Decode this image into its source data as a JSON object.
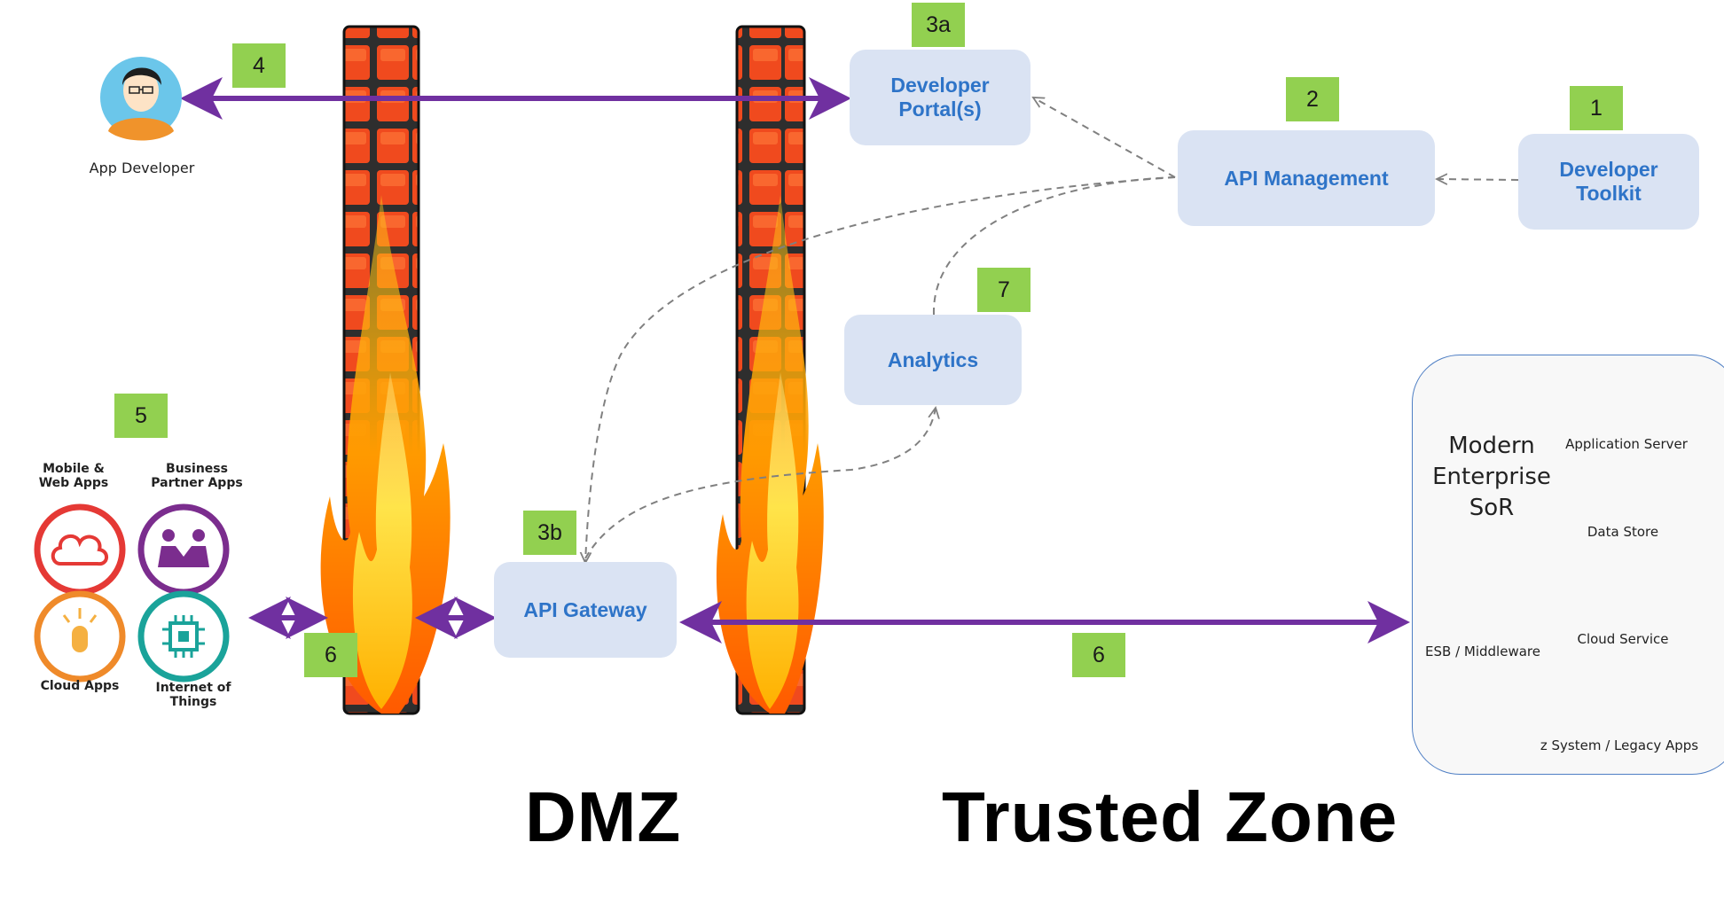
{
  "badges": {
    "b4": "4",
    "b3a": "3a",
    "b2": "2",
    "b1": "1",
    "b7": "7",
    "b5": "5",
    "b3b": "3b",
    "b6_left": "6",
    "b6_right": "6"
  },
  "boxes": {
    "developer_portal": "Developer Portal(s)",
    "api_management": "API Management",
    "developer_toolkit": "Developer Toolkit",
    "analytics": "Analytics",
    "api_gateway": "API Gateway"
  },
  "app_developer": {
    "label": "App Developer"
  },
  "consumers": {
    "mobile_web": "Mobile & Web Apps",
    "business_partner": "Business  Partner Apps",
    "cloud_apps": "Cloud Apps",
    "iot": "Internet of Things"
  },
  "zones": {
    "dmz": "DMZ",
    "trusted": "Trusted Zone"
  },
  "sor": {
    "title_line1": "Modern",
    "title_line2": "Enterprise",
    "title_line3": "SoR",
    "application_server": "Application Server",
    "data_store": "Data Store",
    "esb": "ESB / Middleware",
    "cloud_service": "Cloud Service",
    "z_system": "z System / Legacy Apps"
  },
  "colors": {
    "box_fill": "#dae3f3",
    "box_text": "#2e74c8",
    "badge": "#92d050",
    "arrow": "#7030a0",
    "dashed": "#808080",
    "cloud_red": "#e53935",
    "partner_purple": "#7b2d8e",
    "cloud_apps_orange": "#ef8a2a",
    "iot_teal": "#1aa39a"
  }
}
